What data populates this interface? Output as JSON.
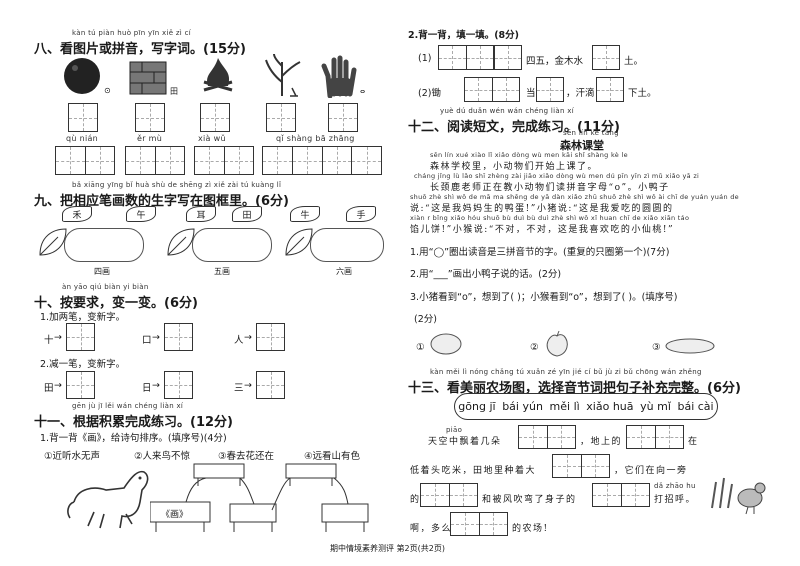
{
  "s8": {
    "pinyin": "kàn tú piàn huò pīn yīn   xiě zì cí",
    "title": "八、看图片或拼音，写字词。(15分)",
    "small_labels": [
      "⊙",
      "田",
      "",
      "",
      "ⴰ"
    ],
    "pinyin_items": [
      "qù  nián",
      "ěr  mù",
      "xià    wǔ",
      "qǐ  shàng  bā  zhāng"
    ]
  },
  "s9": {
    "pinyin": "bǎ xiāng yīng bǐ huà shù de shēng zì xiě zài tú kuàng lǐ",
    "title": "九、把相应笔画数的生字写在图框里。(6分)",
    "leaves": [
      "禾",
      "午",
      "耳",
      "田",
      "牛",
      "手"
    ],
    "bases": [
      "四画",
      "五画",
      "六画"
    ]
  },
  "s10": {
    "pinyin": "àn yāo qiú   biàn yi biàn",
    "title": "十、按要求，变一变。(6分)",
    "q1": "1.加两笔，变新字。",
    "q1_chars": [
      "十",
      "口",
      "人"
    ],
    "q2": "2.减一笔，变新字。",
    "q2_chars": [
      "田",
      "日",
      "三"
    ]
  },
  "s11": {
    "pinyin": "gēn jù jī lěi wán chéng liàn xí",
    "title": "十一、根据积累完成练习。(12分)",
    "q1": "1.背一背《画》，给诗句排序。(填序号)(4分)",
    "options": [
      "①近听水无声",
      "②人来鸟不惊",
      "③春去花还在",
      "④远看山有色"
    ],
    "book_label": "《画》"
  },
  "s11b": {
    "q2": "2.背一背，填一填。(8分)",
    "line1_prefix": "(1)",
    "line1_mid": "四五，金木水",
    "line1_end": "土。",
    "line2_prefix": "(2)锄",
    "line2_mid": "当",
    "line2_mid2": "，汗滴",
    "line2_end": "下土。"
  },
  "s12": {
    "pinyin": "yuè dú duǎn wén   wán chéng liàn xí",
    "title": "十二、阅读短文，完成练习。(11分)",
    "passage_title_pinyin": "sēn lín kè táng",
    "passage_title": "森林课堂",
    "lines": [
      {
        "py": "sēn lín xué xiào lǐ    xiǎo dòng wù men kāi shǐ shàng kè le",
        "text": "森林学校里，小动物们开始上课了。"
      },
      {
        "py": "cháng jǐng lù lǎo shī zhèng zài jiāo xiǎo dòng wù men dú pīn yīn zì mǔ      xiǎo yā zi",
        "text": "长颈鹿老师正在教小动物们读拼音字母“o”。小鸭子"
      },
      {
        "py": "shuō    zhè shì wǒ de mā ma shēng de yā dàn    xiǎo zhū shuō    zhè shì wǒ ài chī de yuán yuán de",
        "text": "说:“这是我妈妈生的鸭蛋!”小猪说:“这是我爱吃的圆圆的"
      },
      {
        "py": "xiàn r bǐng   xiǎo hóu shuō      bù duì   bù duì   zhè shì wǒ xǐ huan chī de xiǎo xiān táo",
        "text": "馅儿饼!”小猴说:“不对，不对，这是我喜欢吃的小仙桃!”"
      }
    ],
    "q1": "1.用“◯”圈出读音是三拼音节的字。(重复的只圈第一个)(7分)",
    "q2": "2.用“___”画出小鸭子说的话。(2分)",
    "q3": "3.小猪看到“o”，想到了(      )；小猴看到“o”，想到了(      )。(填序号)",
    "q3_score": "(2分)",
    "q3_opts": [
      "①",
      "②",
      "③"
    ]
  },
  "s13": {
    "pinyin": "kàn měi lì nóng chǎng tú   xuǎn zé yīn jié cí bǔ jù zi bǔ chōng wán zhěng",
    "title": "十三、看美丽农场图，选择音节词把句子补充完整。(6分)",
    "words": [
      "gōng jī",
      "bái yún",
      "měi lì",
      "xiǎo huā",
      "yù mǐ",
      "bái cài"
    ],
    "p1a": "天空中飘着几朵",
    "p1b": "，地上的",
    "p1c": "在",
    "piao": "piāo",
    "p2a": "低着头吃米，田地里种着大",
    "p2b": "，它们在向一旁",
    "p3a": "的",
    "p3b": "和被风吹弯了身子的",
    "p3c": "打招呼。",
    "dazhaohu": "dǎ zhāo hu",
    "p4a": "啊，多么",
    "p4b": "的农场!"
  },
  "footer": "期中情境素养测评   第2页(共2页)"
}
